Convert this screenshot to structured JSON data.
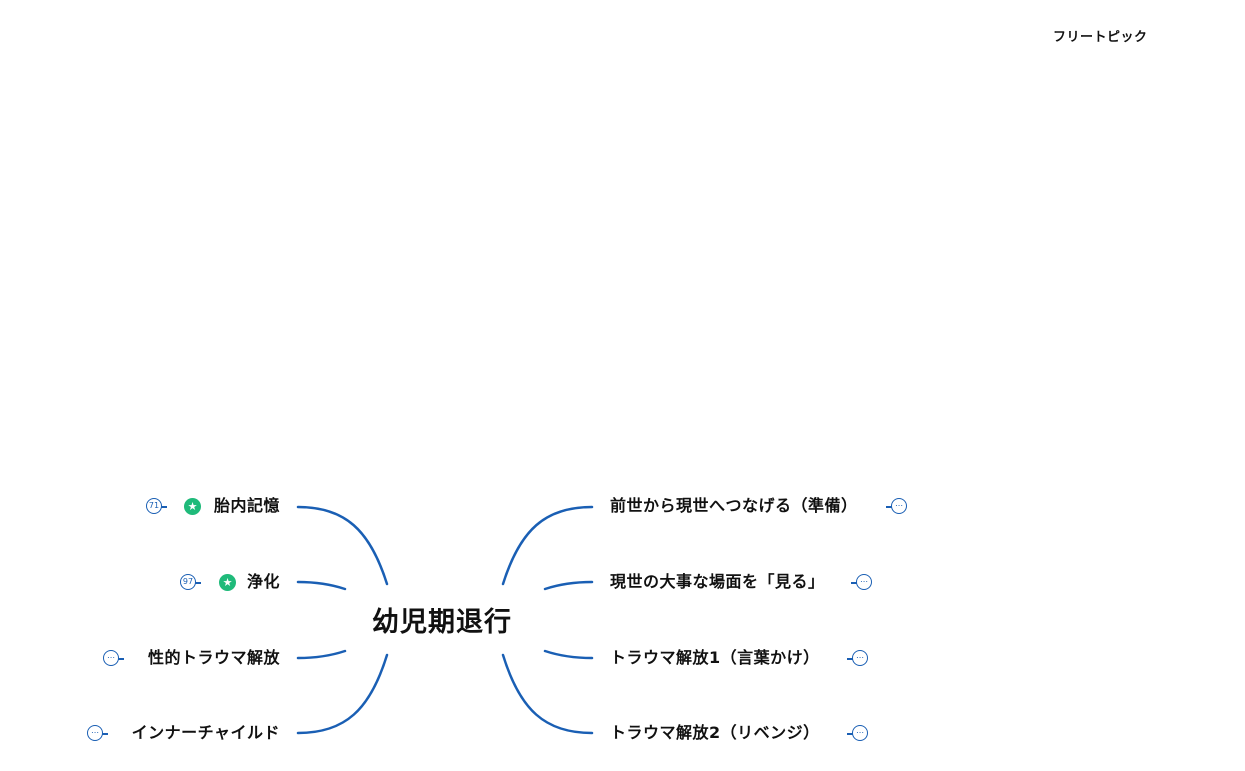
{
  "floating_topic": {
    "label": "フリートピック"
  },
  "central_topic": {
    "label": "幼児期退行"
  },
  "colors": {
    "line": "#1a5fb4",
    "star": "#1fba7a",
    "text": "#111111"
  },
  "left_topics": [
    {
      "label": "胎内記憶",
      "marker": "star-icon",
      "collapsed_count": "71"
    },
    {
      "label": "浄化",
      "marker": "star-icon",
      "collapsed_count": "97"
    },
    {
      "label": "性的トラウマ解放",
      "marker": null,
      "collapsed_count": "…"
    },
    {
      "label": "インナーチャイルド",
      "marker": null,
      "collapsed_count": "…"
    }
  ],
  "right_topics": [
    {
      "label": "前世から現世へつなげる（準備）",
      "collapsed_count": "…"
    },
    {
      "label": "現世の大事な場面を「見る」",
      "collapsed_count": "…"
    },
    {
      "label": "トラウマ解放1（言葉かけ）",
      "collapsed_count": "…"
    },
    {
      "label": "トラウマ解放2（リベンジ）",
      "collapsed_count": "…"
    }
  ],
  "icons": {
    "star": "★",
    "collapsed": "⋯"
  }
}
